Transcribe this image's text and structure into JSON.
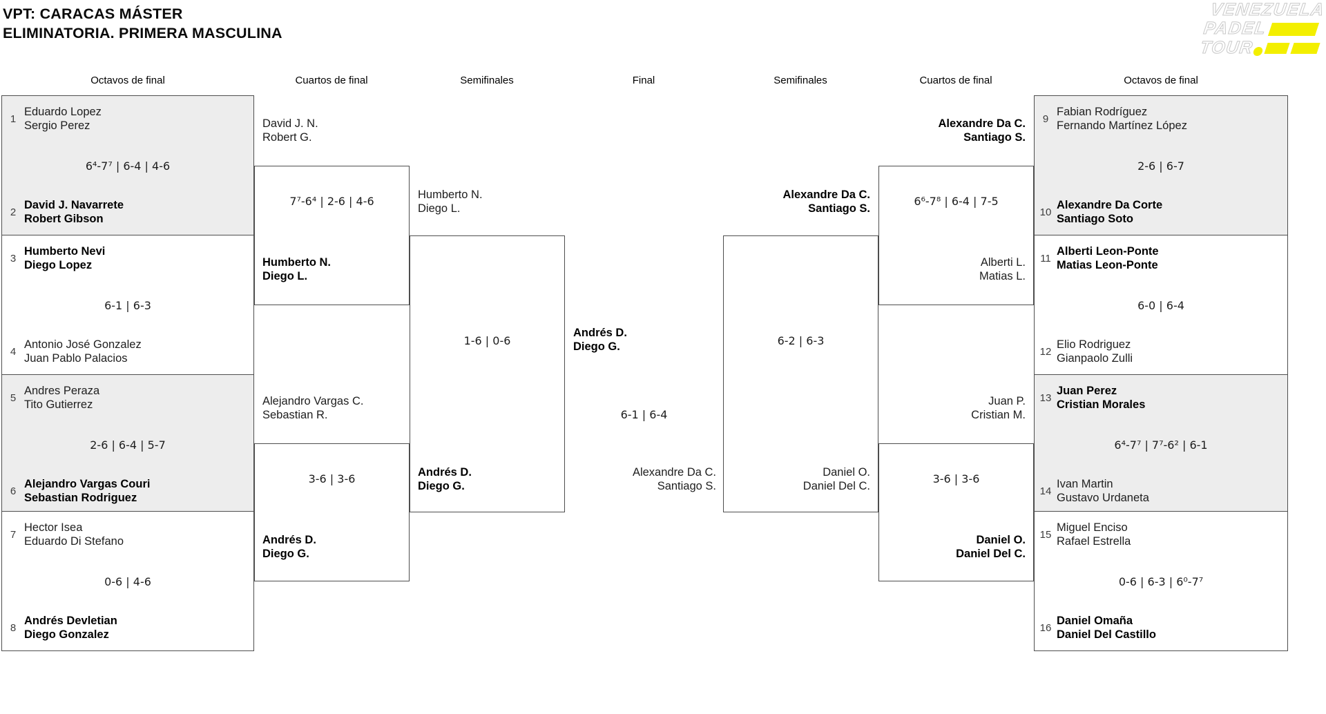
{
  "title": {
    "line1": "VPT: CARACAS MÁSTER",
    "line2": "ELIMINATORIA. PRIMERA MASCULINA"
  },
  "logo": {
    "word1": "VENEZUELA",
    "word2": "PADEL",
    "word3": "TOUR",
    "accent_color": "#F3EF00"
  },
  "colors": {
    "box_shade": "#EDEDED",
    "line": "#4D4D4D",
    "accent_yellow": "#F3EF00",
    "text": "#111111"
  },
  "columns": {
    "c1": "Octavos de final",
    "c2": "Cuartos de final",
    "c3": "Semifinales",
    "c4": "Final",
    "c5": "Semifinales",
    "c6": "Cuartos de final",
    "c7": "Octavos de final"
  },
  "bracket": {
    "octavos_left": [
      {
        "top": {
          "seed": "1",
          "p1": "Eduardo Lopez",
          "p2": "Sergio Perez"
        },
        "score": "6⁴-7⁷ | 6-4 | 4-6",
        "bottom": {
          "seed": "2",
          "p1": "David J. Navarrete",
          "p2": "Robert Gibson"
        },
        "winner": "bottom"
      },
      {
        "top": {
          "seed": "3",
          "p1": "Humberto Nevi",
          "p2": "Diego Lopez"
        },
        "score": "6-1 | 6-3",
        "bottom": {
          "seed": "4",
          "p1": "Antonio José Gonzalez",
          "p2": "Juan Pablo Palacios"
        },
        "winner": "top"
      },
      {
        "top": {
          "seed": "5",
          "p1": "Andres Peraza",
          "p2": "Tito Gutierrez"
        },
        "score": "2-6 | 6-4 | 5-7",
        "bottom": {
          "seed": "6",
          "p1": "Alejandro Vargas Couri",
          "p2": "Sebastian Rodriguez"
        },
        "winner": "bottom"
      },
      {
        "top": {
          "seed": "7",
          "p1": "Hector Isea",
          "p2": "Eduardo Di Stefano"
        },
        "score": "0-6 | 4-6",
        "bottom": {
          "seed": "8",
          "p1": "Andrés Devletian",
          "p2": "Diego Gonzalez"
        },
        "winner": "bottom"
      }
    ],
    "cuartos_left": [
      {
        "top": {
          "p1": "David J. N.",
          "p2": "Robert G."
        },
        "score": "7⁷-6⁴ | 2-6 | 4-6",
        "bottom": {
          "p1": "Humberto N.",
          "p2": "Diego L."
        },
        "winner": "bottom"
      },
      {
        "top": {
          "p1": "Alejandro Vargas C.",
          "p2": "Sebastian R."
        },
        "score": "3-6 | 3-6",
        "bottom": {
          "p1": "Andrés D.",
          "p2": "Diego G."
        },
        "winner": "bottom"
      }
    ],
    "semifinal_left": {
      "top": {
        "p1": "Humberto N.",
        "p2": "Diego L."
      },
      "score": "1-6 | 0-6",
      "bottom": {
        "p1": "Andrés D.",
        "p2": "Diego G."
      },
      "winner": "bottom"
    },
    "final": {
      "top": {
        "p1": "Andrés D.",
        "p2": "Diego G."
      },
      "score": "6-1 | 6-4",
      "bottom": {
        "p1": "Alexandre Da C.",
        "p2": "Santiago S."
      },
      "winner": "top"
    },
    "semifinal_right": {
      "top": {
        "p1": "Alexandre Da C.",
        "p2": "Santiago S."
      },
      "score": "6-2 | 6-3",
      "bottom": {
        "p1": "Daniel O.",
        "p2": "Daniel Del C."
      },
      "winner": "top"
    },
    "cuartos_right": [
      {
        "top": {
          "p1": "Alexandre Da C.",
          "p2": "Santiago S."
        },
        "score": "6⁶-7⁸ | 6-4 | 7-5",
        "bottom": {
          "p1": "Alberti L.",
          "p2": "Matias L."
        },
        "winner": "top"
      },
      {
        "top": {
          "p1": "Juan P.",
          "p2": "Cristian M."
        },
        "score": "3-6 | 3-6",
        "bottom": {
          "p1": "Daniel O.",
          "p2": "Daniel Del C."
        },
        "winner": "bottom"
      }
    ],
    "octavos_right": [
      {
        "top": {
          "seed": "9",
          "p1": "Fabian Rodríguez",
          "p2": "Fernando Martínez López"
        },
        "score": "2-6 | 6-7",
        "bottom": {
          "seed": "10",
          "p1": "Alexandre Da Corte",
          "p2": "Santiago Soto"
        },
        "winner": "bottom"
      },
      {
        "top": {
          "seed": "11",
          "p1": "Alberti Leon-Ponte",
          "p2": "Matias Leon-Ponte"
        },
        "score": "6-0 | 6-4",
        "bottom": {
          "seed": "12",
          "p1": "Elio Rodriguez",
          "p2": "Gianpaolo Zulli"
        },
        "winner": "top"
      },
      {
        "top": {
          "seed": "13",
          "p1": "Juan Perez",
          "p2": "Cristian Morales"
        },
        "score": "6⁴-7⁷ | 7⁷-6² | 6-1",
        "bottom": {
          "seed": "14",
          "p1": "Ivan Martin",
          "p2": "Gustavo Urdaneta"
        },
        "winner": "top"
      },
      {
        "top": {
          "seed": "15",
          "p1": "Miguel Enciso",
          "p2": "Rafael Estrella"
        },
        "score": "0-6 | 6-3 | 6⁰-7⁷",
        "bottom": {
          "seed": "16",
          "p1": "Daniel Omaña",
          "p2": "Daniel Del Castillo"
        },
        "winner": "bottom"
      }
    ]
  }
}
